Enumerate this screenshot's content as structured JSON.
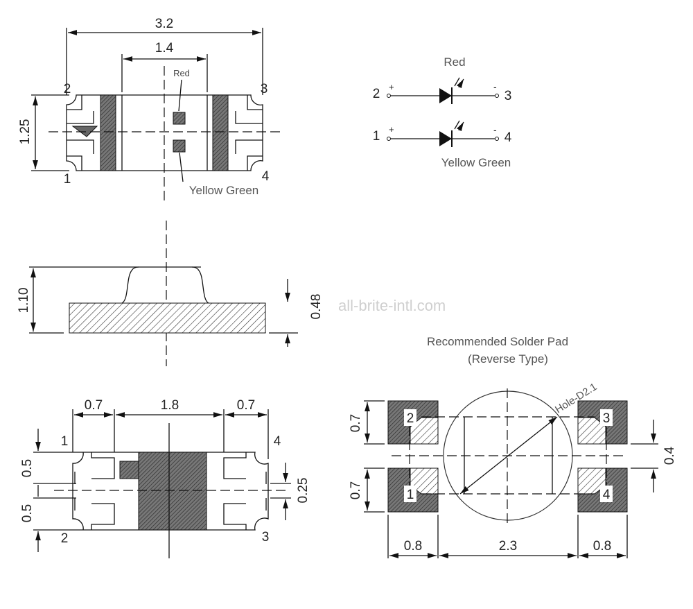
{
  "top_view": {
    "width_dim": "3.2",
    "inner_dim": "1.4",
    "height_dim": "1.25",
    "pins": [
      "1",
      "2",
      "3",
      "4"
    ],
    "chip_red_label": "Red",
    "chip_yg_label": "Yellow Green"
  },
  "schematic": {
    "red_label": "Red",
    "yg_label": "Yellow Green",
    "row1": {
      "anode": "2",
      "anode_sign": "+",
      "cathode": "3",
      "cathode_sign": "-"
    },
    "row2": {
      "anode": "1",
      "anode_sign": "+",
      "cathode": "4",
      "cathode_sign": "-"
    }
  },
  "side_view": {
    "height_dim": "1.10",
    "base_dim": "0.48"
  },
  "watermark": "all-brite-intl.com",
  "bottom_view": {
    "left_dim": "0.7",
    "middle_dim": "1.8",
    "right_dim": "0.7",
    "upper_dim": "0.5",
    "lower_dim": "0.5",
    "gap_dim": "0.25",
    "pins": [
      "1",
      "2",
      "3",
      "4"
    ]
  },
  "solder_pad": {
    "title": "Recommended Solder Pad",
    "subtitle": "(Reverse Type)",
    "hole_label": "Hole-D2.1",
    "pad_height_top": "0.7",
    "pad_height_bottom": "0.7",
    "gap_dim": "0.4",
    "left_width": "0.8",
    "center_width": "2.3",
    "right_width": "0.8",
    "pins": [
      "1",
      "2",
      "3",
      "4"
    ]
  }
}
